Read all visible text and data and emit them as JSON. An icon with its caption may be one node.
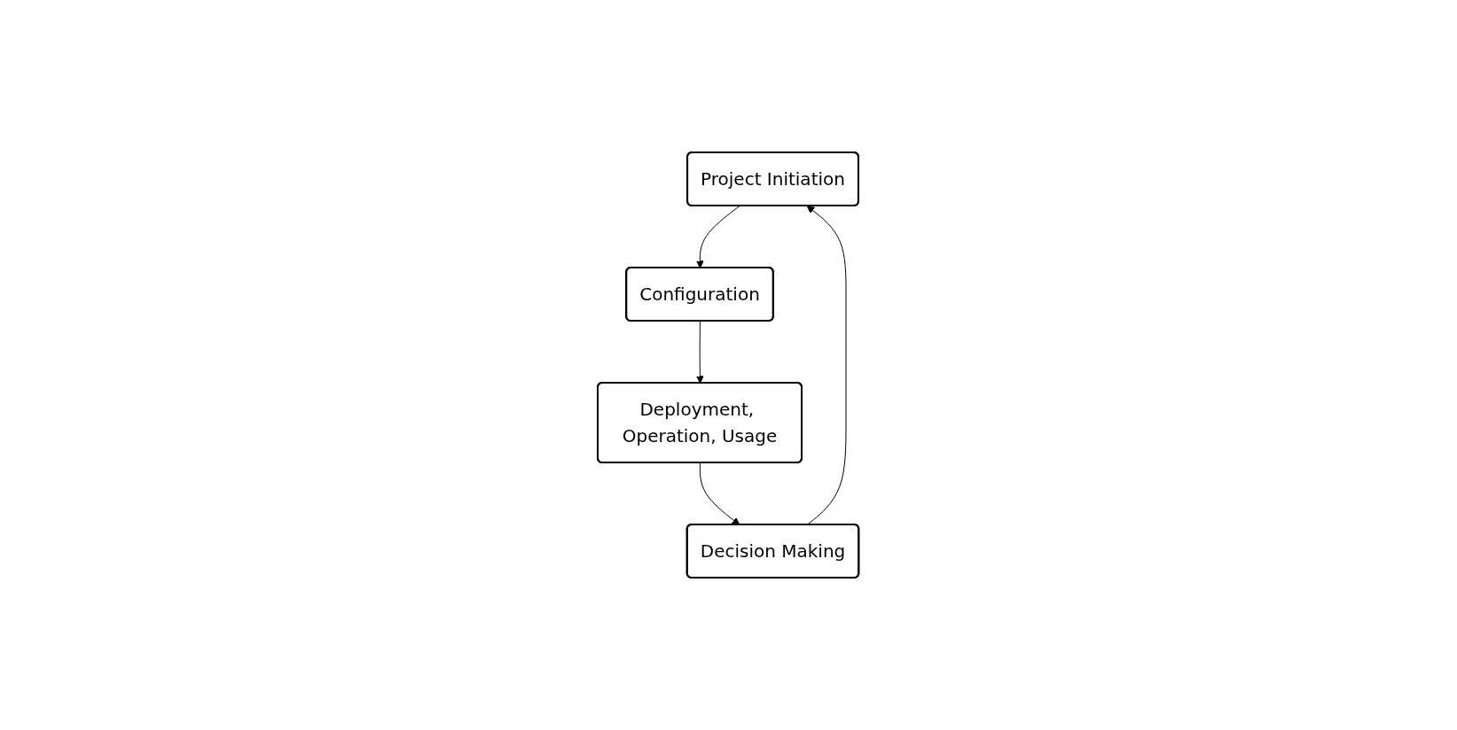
{
  "diagram": {
    "nodes": [
      {
        "text": [
          "Project Initiation"
        ]
      },
      {
        "text": [
          "Configuration"
        ]
      },
      {
        "text": [
          "Deployment, Operation, Usage"
        ]
      },
      {
        "text": [
          "Decision Making"
        ]
      }
    ],
    "edges": [
      {
        "from": 0,
        "to": 1,
        "arrow": "to"
      },
      {
        "from": 1,
        "to": 2,
        "arrow": "to"
      },
      {
        "from": 2,
        "to": 3,
        "arrow": "to"
      },
      {
        "from": 3,
        "to": 0,
        "arrow": "to"
      }
    ]
  }
}
